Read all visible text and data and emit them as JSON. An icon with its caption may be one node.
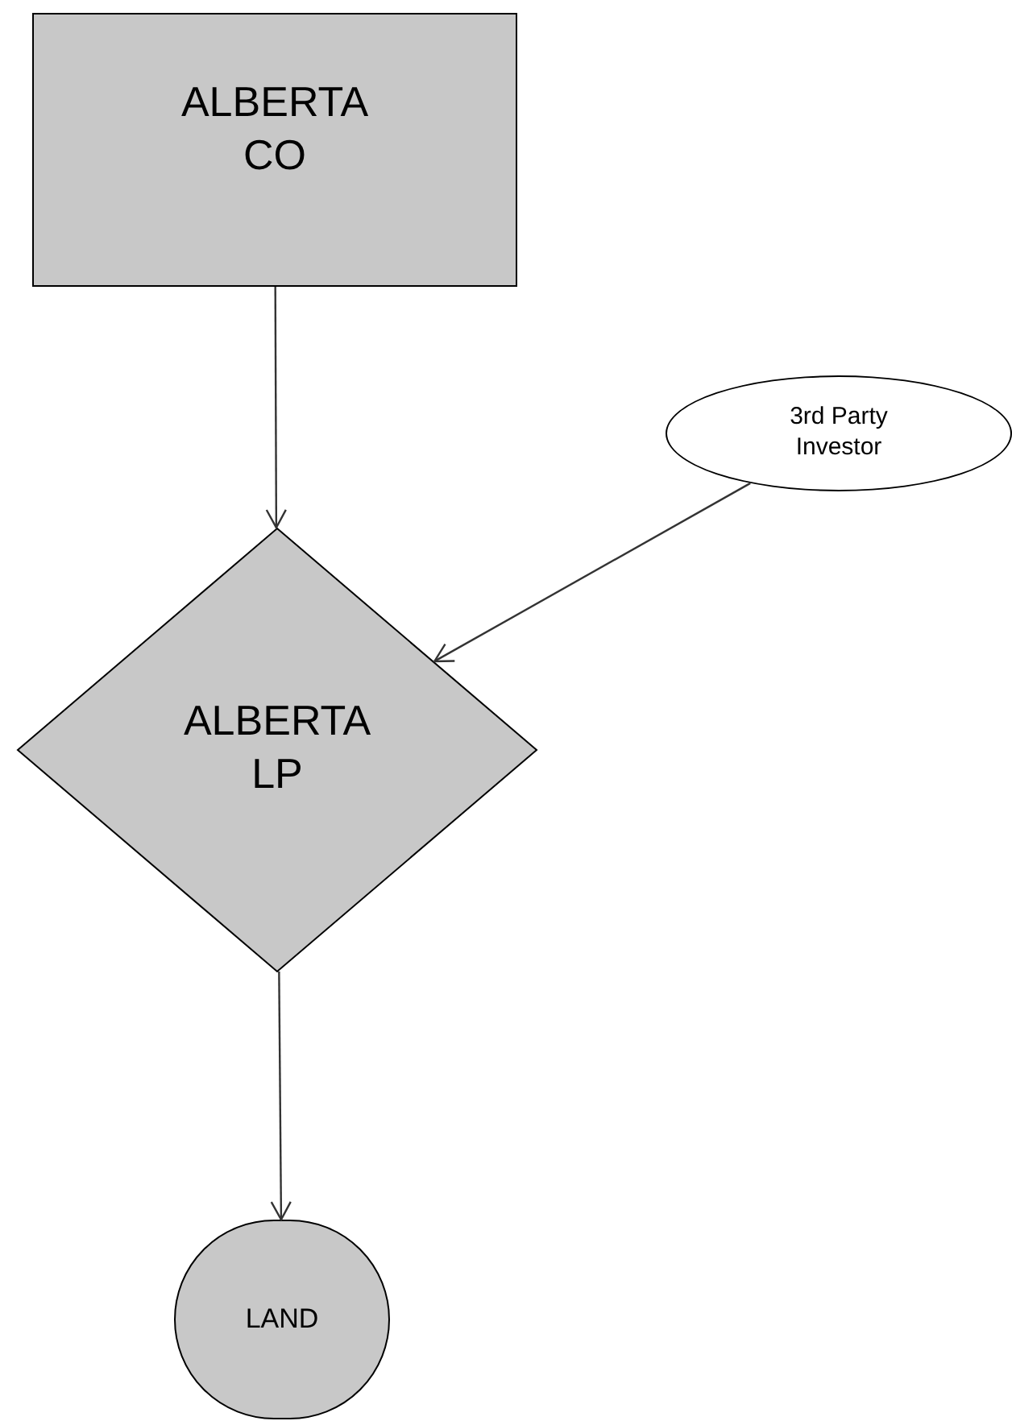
{
  "diagram": {
    "nodes": [
      {
        "text": [
          "ALBERTA CO"
        ]
      },
      {
        "text": [
          "3rd Party Investor"
        ]
      },
      {
        "text": [
          "ALBERTA LP"
        ]
      },
      {
        "text": [
          "LAND"
        ]
      }
    ],
    "edges": [
      {
        "from": 0,
        "to": 2,
        "arrow": "to"
      },
      {
        "from": 1,
        "to": 2,
        "arrow": "to"
      },
      {
        "from": 2,
        "to": 3,
        "arrow": "to"
      }
    ]
  }
}
